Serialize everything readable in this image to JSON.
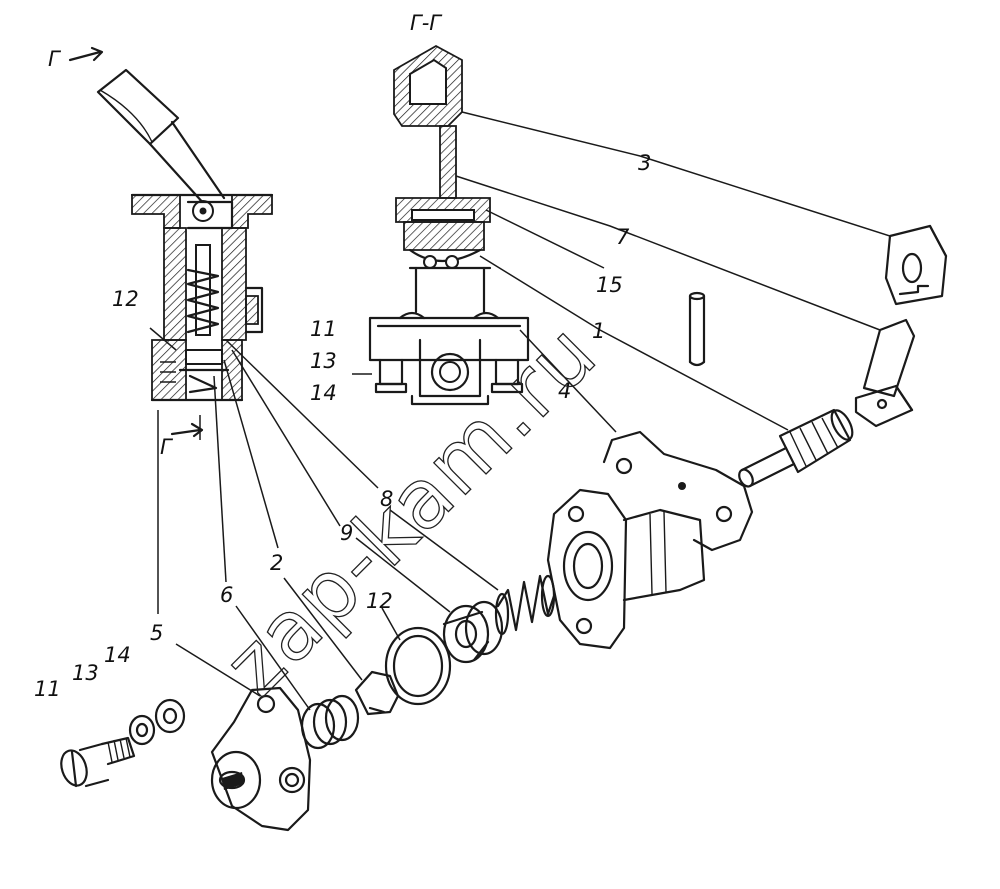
{
  "section_labels": {
    "section_title": "Г-Г",
    "cut_top": "Г",
    "cut_bottom": "Г"
  },
  "callouts": {
    "n1": "1",
    "n2": "2",
    "n3": "3",
    "n4": "4",
    "n5": "5",
    "n6": "6",
    "n7": "7",
    "n8": "8",
    "n9": "9",
    "n11_section": "11",
    "n12_section": "12",
    "n13_section": "13",
    "n14_section": "14",
    "n15": "15",
    "n11_exploded": "11",
    "n12_exploded": "12",
    "n13_exploded": "13",
    "n14_exploded": "14"
  },
  "watermark": "zap-kam.ru",
  "colors": {
    "ink": "#1a1a1a",
    "paper": "#ffffff"
  }
}
